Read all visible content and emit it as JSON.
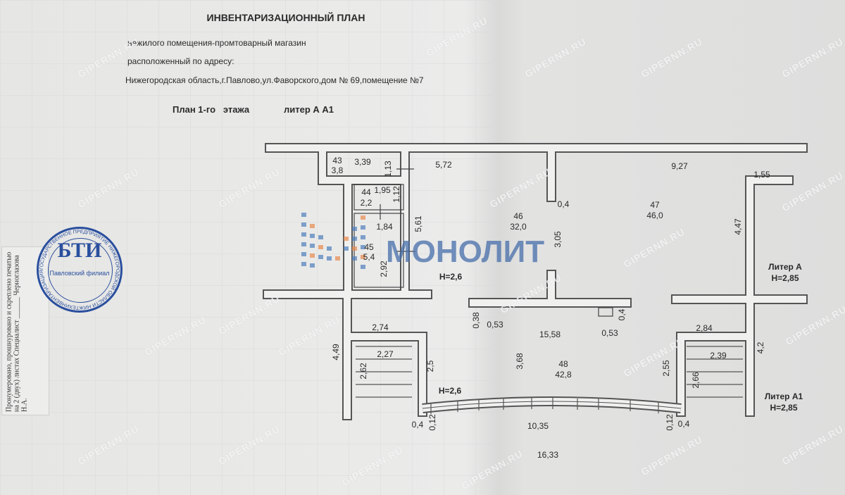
{
  "header": {
    "title": "ИНВЕНТАРИЗАЦИОННЫЙ ПЛАН",
    "line1": "нежилого помещения-промтоварный магазин",
    "line2": "расположенный по адресу:",
    "address": "Нижегородская область,г.Павлово,ул.Фаворского,дом № 69,помещение №7",
    "plan_label": "План 1-го   этажа",
    "liter_label": "литер А А1"
  },
  "rooms": [
    {
      "number": "43",
      "area": "3,8"
    },
    {
      "number": "44",
      "area": "2,2"
    },
    {
      "number": "45",
      "area": "5,4"
    },
    {
      "number": "46",
      "area": "32,0"
    },
    {
      "number": "47",
      "area": "46,0"
    },
    {
      "number": "48",
      "area": "42,8"
    }
  ],
  "dimensions": {
    "d339": "3,39",
    "d113": "1,13",
    "d572": "5,72",
    "d927": "9,27",
    "d155": "1,55",
    "d195": "1,95",
    "d112": "1,12",
    "d184": "1,84",
    "d561": "5,61",
    "d292": "2,92",
    "d04a": "0,4",
    "d305": "3,05",
    "d447": "4,47",
    "d038": "0,38",
    "d053a": "0,53",
    "d1558": "15,58",
    "d053b": "0,53",
    "d04b": "0,4",
    "d274": "2,74",
    "d227": "2,27",
    "d449": "4,49",
    "d262": "2,62",
    "d25": "2,5",
    "d368": "3,68",
    "d255": "2,55",
    "d284": "2,84",
    "d239": "2,39",
    "d266": "2,66",
    "d42": "4,2",
    "d04c": "0,4",
    "d012a": "0,12",
    "d1035": "10,35",
    "d012b": "0,12",
    "d04d": "0,4",
    "d1633": "16,33"
  },
  "heights": {
    "h1": "H=2,6",
    "h2": "H=2,6"
  },
  "liters": {
    "a_name": "Литер А",
    "a_height": "H=2,85",
    "a1_name": "Литер А1",
    "a1_height": "H=2,85"
  },
  "stamp": {
    "center": "БТИ",
    "branch": "Павловский филиал",
    "ring": "ГОСУДАРСТВЕННОЕ ПРЕДПРИЯТИЕ НИЖЕГОРОДСКОЙ ОБЛАСТИ НИЖТЕХИНВЕНТАРИЗАЦИЯ Г.Н.НОВГОРОД"
  },
  "binding_note": "Пронумеровано, прошнуровано и скреплено печатью на 2 (двух) листах Специалист ______ Черноглазова Н.А.",
  "watermark": "GIPERNN.RU",
  "logo": "МОНОЛИТ"
}
